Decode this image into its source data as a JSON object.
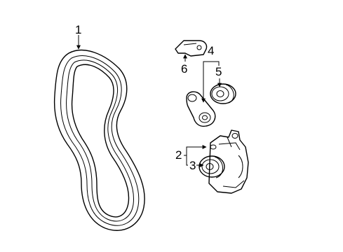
{
  "callouts": {
    "belt": "1",
    "tensioner_assembly": "2",
    "idler_pulley_lower": "3",
    "tensioner_arm_group": "4",
    "idler_pulley_upper": "5",
    "bracket": "6"
  },
  "colors": {
    "line": "#000000",
    "background": "#ffffff"
  }
}
